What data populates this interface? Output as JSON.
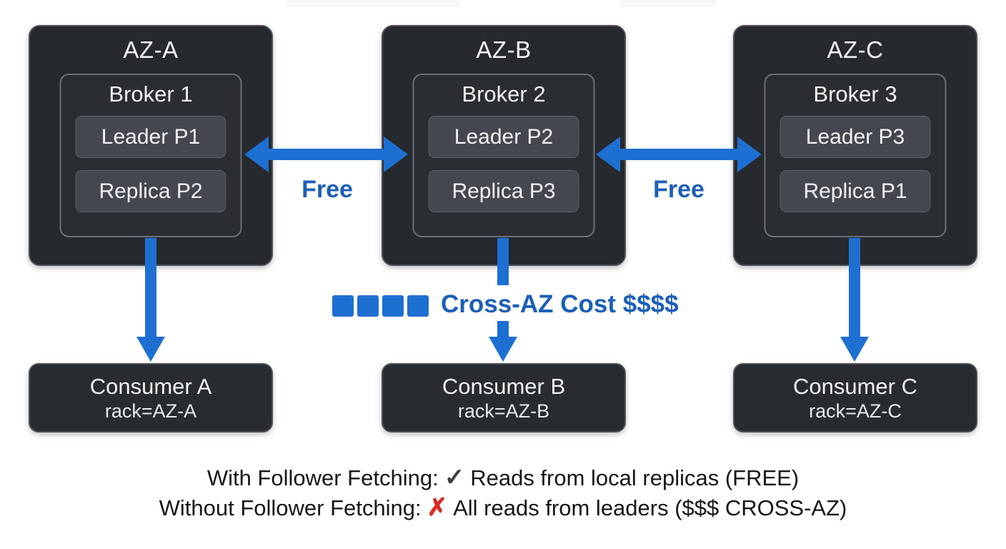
{
  "diagram": {
    "zones": [
      {
        "name": "AZ-A",
        "broker": "Broker 1",
        "partitions": [
          "Leader P1",
          "Replica P2"
        ],
        "consumer": {
          "title": "Consumer A",
          "rack": "rack=AZ-A"
        }
      },
      {
        "name": "AZ-B",
        "broker": "Broker 2",
        "partitions": [
          "Leader P2",
          "Replica P3"
        ],
        "consumer": {
          "title": "Consumer B",
          "rack": "rack=AZ-B"
        }
      },
      {
        "name": "AZ-C",
        "broker": "Broker 3",
        "partitions": [
          "Leader P3",
          "Replica P1"
        ],
        "consumer": {
          "title": "Consumer C",
          "rack": "rack=AZ-C"
        }
      }
    ],
    "free_label": "Free",
    "legend": {
      "text": "Cross-AZ Cost $$$$",
      "square_count": 4
    },
    "footer": {
      "line1_prefix": "With Follower Fetching:",
      "line1_mark": "✓",
      "line1_suffix": "Reads from local replicas (FREE)",
      "line2_prefix": "Without Follower Fetching:",
      "line2_mark": "✗",
      "line2_suffix": "All reads from leaders ($$$ CROSS-AZ)"
    },
    "colors": {
      "arrow_blue": "#1e6fd2",
      "label_blue": "#1d5fb4",
      "box_dark": "#26292d",
      "chip_grey": "#44474d",
      "check_dark": "#3b3e42",
      "x_red": "#d92b21",
      "background": "#ffffff"
    }
  }
}
